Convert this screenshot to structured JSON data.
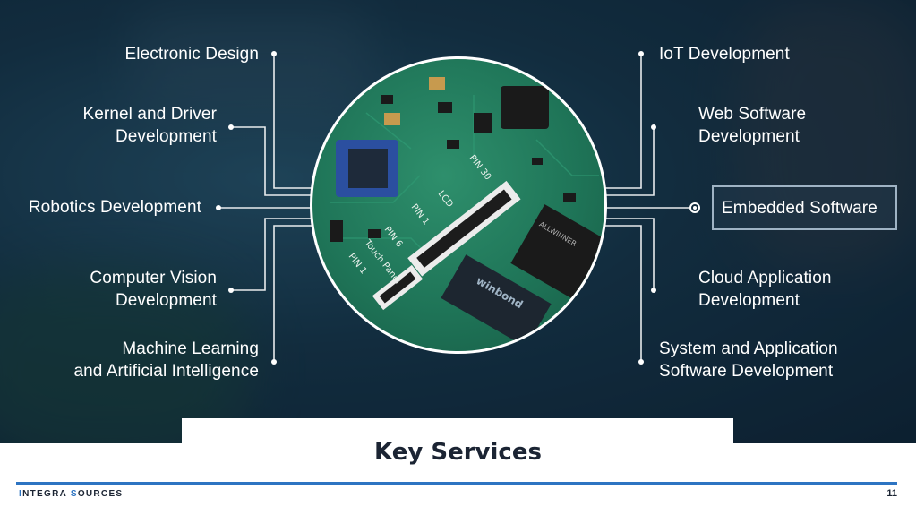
{
  "slide": {
    "title": "Key Services",
    "page_number": "11"
  },
  "logo": {
    "first_letter": "I",
    "part1": "NTEGRA ",
    "second_letter": "S",
    "part2": "OURCES"
  },
  "services": {
    "left": [
      {
        "line1": "Electronic Design",
        "line2": ""
      },
      {
        "line1": "Kernel and Driver",
        "line2": "Development"
      },
      {
        "line1": "Robotics Development",
        "line2": ""
      },
      {
        "line1": "Computer Vision",
        "line2": "Development"
      },
      {
        "line1": "Machine Learning",
        "line2": "and Artificial Intelligence"
      }
    ],
    "right": [
      {
        "line1": "IoT Development",
        "line2": ""
      },
      {
        "line1": "Web Software",
        "line2": "Development"
      },
      {
        "line1": "Embedded Software",
        "line2": ""
      },
      {
        "line1": "Cloud Application",
        "line2": "Development"
      },
      {
        "line1": "System and Application",
        "line2": "Software Development"
      }
    ],
    "highlighted": "Embedded Software"
  },
  "pcb": {
    "chip_text_1": "winbond",
    "chip_text_2": "ALLWINNER",
    "silk_lcd": "LCD",
    "silk_pin1": "PIN 1",
    "silk_pin30": "PIN 30",
    "silk_touch": "Touch Panel",
    "silk_pin6": "PIN 6",
    "silk_pin1b": "PIN 1"
  },
  "colors": {
    "accent_blue": "#2d74c2",
    "pcb_green": "#1f7558",
    "title_text": "#1b2433"
  }
}
